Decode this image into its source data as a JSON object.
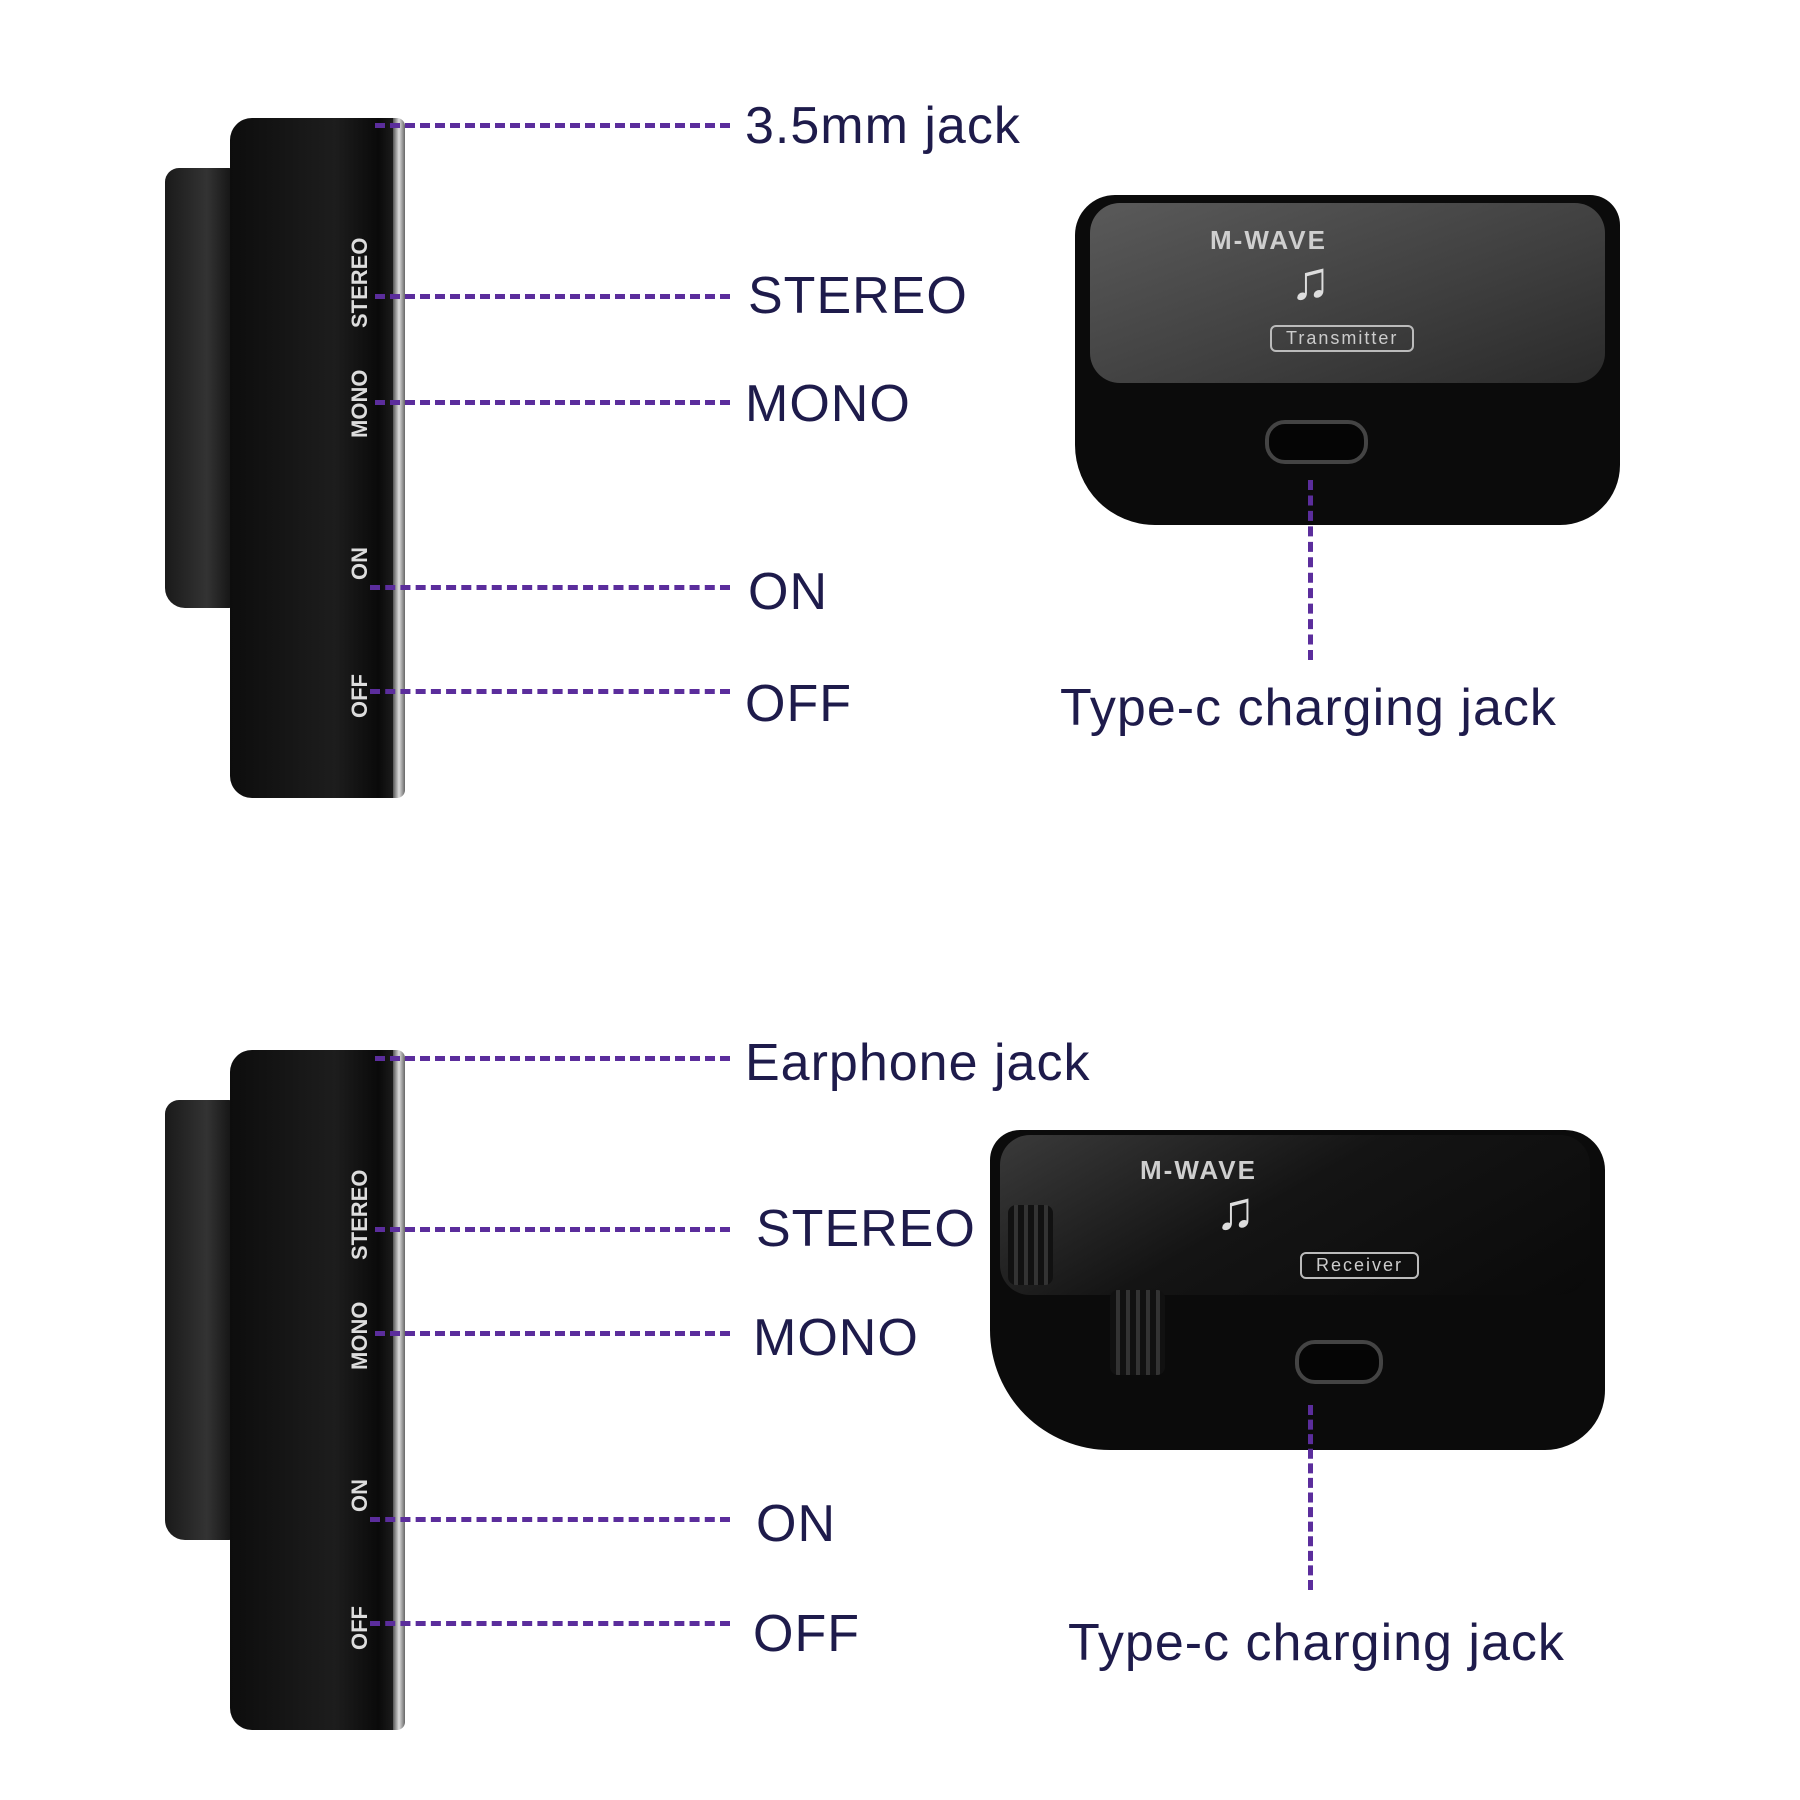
{
  "top_section": {
    "callouts": {
      "jack": "3.5mm jack",
      "stereo": "STEREO",
      "mono": "MONO",
      "on": "ON",
      "off": "OFF",
      "charging": "Type-c charging jack"
    },
    "device_side_text": {
      "stereo": "STEREO",
      "mono": "MONO",
      "on": "ON",
      "off": "OFF"
    },
    "device_brand": "M-WAVE",
    "device_tag": "Transmitter"
  },
  "bottom_section": {
    "callouts": {
      "jack": "Earphone jack",
      "stereo": "STEREO",
      "mono": "MONO",
      "on": "ON",
      "off": "OFF",
      "charging": "Type-c charging jack"
    },
    "device_side_text": {
      "stereo": "STEREO",
      "mono": "MONO",
      "on": "ON",
      "off": "OFF"
    },
    "device_brand": "M-WAVE",
    "device_tag": "Receiver"
  },
  "colors": {
    "label": "#1e1b4b",
    "leader": "#5b2d9c"
  }
}
